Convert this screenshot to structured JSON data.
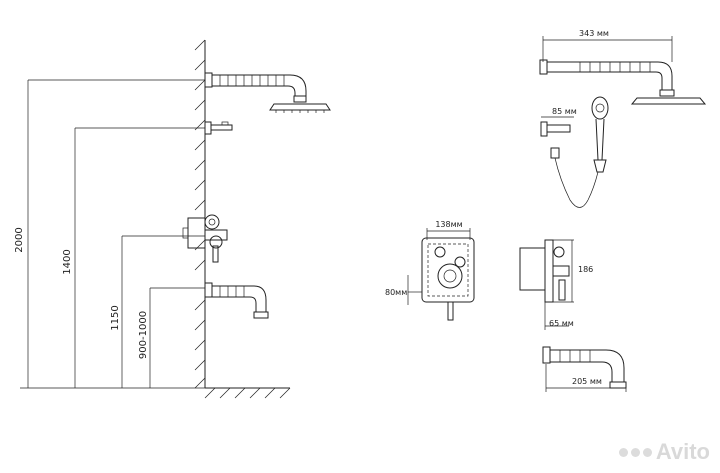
{
  "left_view": {
    "heights": [
      "2000",
      "1400",
      "1150",
      "900-1000"
    ]
  },
  "right_view": {
    "arm_length": "343 мм",
    "holder_offset": "85 мм",
    "valve_width": "138мм",
    "valve_inset": "80мм",
    "valve_height": "186",
    "valve_depth": "65 мм",
    "spout_length": "205 мм"
  },
  "watermark": {
    "text": "Avito"
  }
}
